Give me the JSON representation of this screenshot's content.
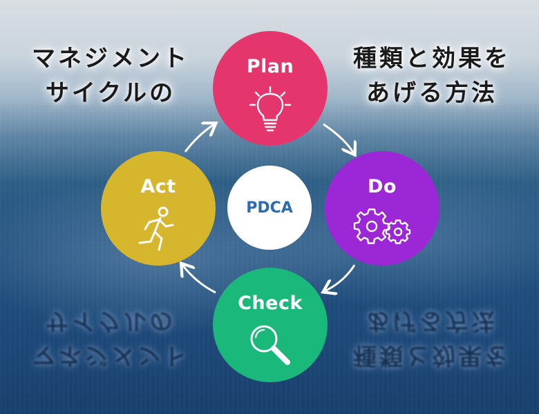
{
  "headline_left": [
    "マネジメント",
    "サイクルの"
  ],
  "headline_right": [
    "種類と効果を",
    "あげる方法"
  ],
  "center_label": "PDCA",
  "steps": [
    {
      "label": "Plan",
      "color": "#e4366d",
      "icon": "lightbulb-icon"
    },
    {
      "label": "Do",
      "color": "#9b27d6",
      "icon": "gears-icon"
    },
    {
      "label": "Check",
      "color": "#1bb87c",
      "icon": "magnifier-icon"
    },
    {
      "label": "Act",
      "color": "#d6b62c",
      "icon": "running-person-icon"
    }
  ]
}
